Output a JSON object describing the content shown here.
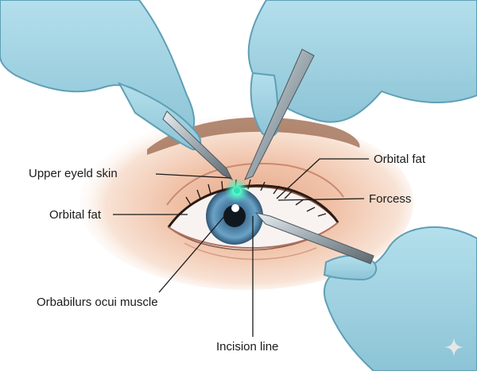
{
  "labels": {
    "upper_eyelid_skin": "Upper eyeld skin",
    "orbital_fat_left": "Orbital fat",
    "orbital_fat_right": "Orbital fat",
    "forceps": "Forcess",
    "orbicularis": "Orbabilurs ocui muscle",
    "incision_line": "Incision line"
  },
  "colors": {
    "glove": "#9fd0e0",
    "glove_shadow": "#6faec4",
    "skin": "#f1c7b0",
    "iris": "#5b95b9",
    "glow": "#2fe3b6",
    "line": "#1a1a1a"
  },
  "icons": [
    "sparkle-icon"
  ]
}
